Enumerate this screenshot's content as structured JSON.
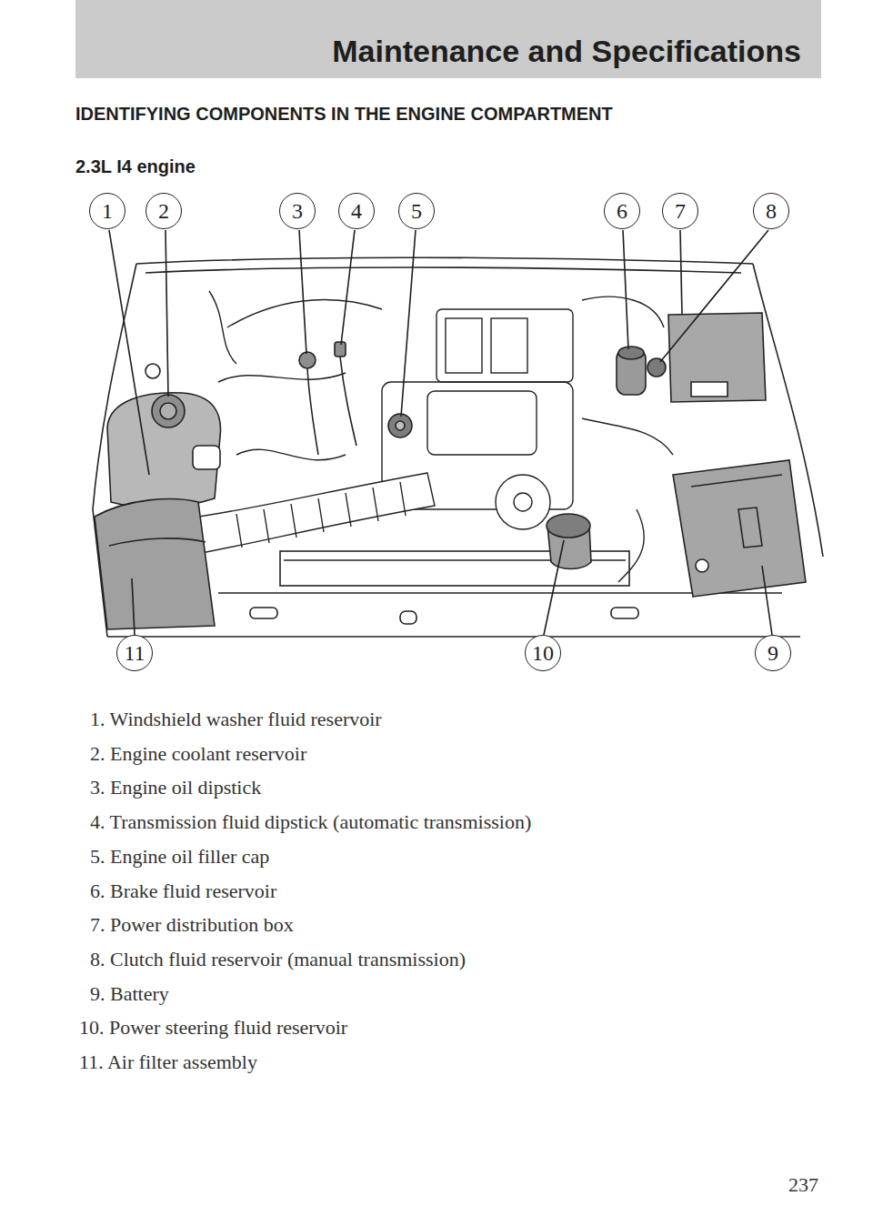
{
  "diagram": {
    "title": "IDENTIFYING COMPONENTS IN THE ENGINE COMPARTMENT",
    "nodes": [
      {
        "text": [
          "Maintenance and Specifications"
        ]
      },
      {
        "text": [
          "1"
        ]
      },
      {
        "text": [
          "2"
        ]
      },
      {
        "text": [
          "3"
        ]
      },
      {
        "text": [
          "4"
        ]
      },
      {
        "text": [
          "5"
        ]
      },
      {
        "text": [
          "6"
        ]
      },
      {
        "text": [
          "7"
        ]
      },
      {
        "text": [
          "8"
        ]
      },
      {
        "text": [
          "11"
        ]
      },
      {
        "text": [
          "10"
        ]
      },
      {
        "text": [
          "9"
        ]
      }
    ],
    "labels": [
      "2.3L I4 engine",
      "1. Windshield washer fluid reservoir",
      "2. Engine coolant reservoir",
      "3. Engine oil dipstick",
      "4. Transmission fluid dipstick (automatic transmission)",
      "5. Engine oil filler cap",
      "6. Brake fluid reservoir",
      "7. Power distribution box",
      "8. Clutch fluid reservoir (manual transmission)",
      "9. Battery",
      "10. Power steering fluid reservoir",
      "11. Air filter assembly",
      "237"
    ]
  }
}
